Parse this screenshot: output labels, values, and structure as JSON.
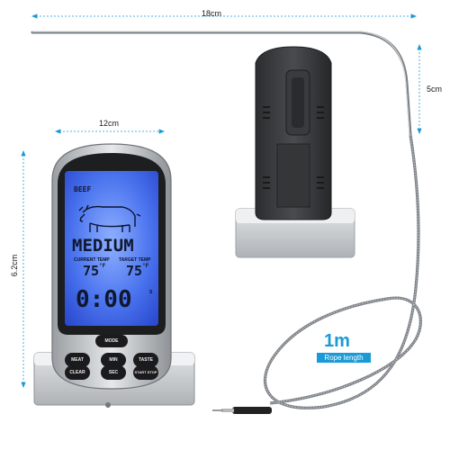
{
  "dimensions": {
    "probe_length": "18cm",
    "probe_tip": "5cm",
    "device_width": "12cm",
    "device_height": "6.2cm"
  },
  "display": {
    "meat": "BEEF",
    "doneness": "MEDIUM",
    "current_label": "CURRENT TEMP",
    "target_label": "TARGET TEMP",
    "current_temp": "75",
    "target_temp": "75",
    "unit": "°F",
    "timer": "0:00",
    "timer_unit": "S"
  },
  "buttons": {
    "mode": "MODE",
    "meat": "MEAT",
    "min": "MIN",
    "taste": "TASTE",
    "clear": "CLEAR",
    "sec": "SEC",
    "start_stop": "START STOP"
  },
  "rope": {
    "length": "1m",
    "label": "Rope length"
  },
  "colors": {
    "accent_blue": "#1a9ad6",
    "lcd_blue": "#3a6df0",
    "body_silver": "#c8cacc"
  }
}
